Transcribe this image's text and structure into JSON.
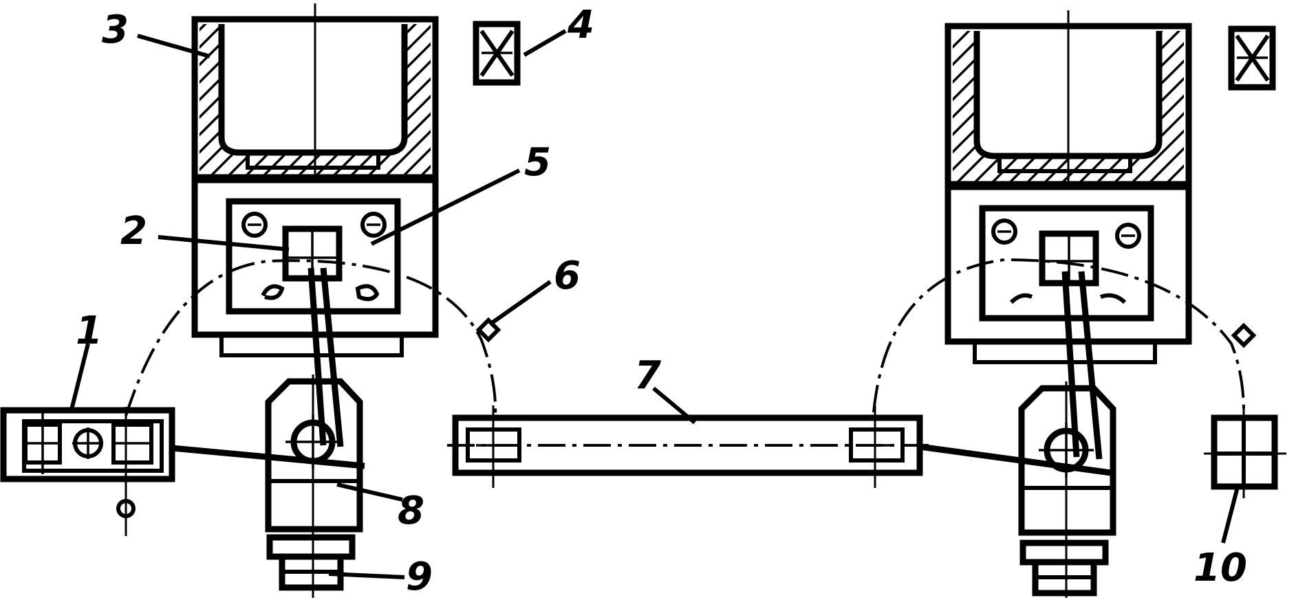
{
  "diagram": {
    "colors": {
      "ink": "#000000",
      "paper": "#ffffff"
    },
    "callouts": [
      {
        "id": "label-1",
        "text": "1"
      },
      {
        "id": "label-2",
        "text": "2"
      },
      {
        "id": "label-3",
        "text": "3"
      },
      {
        "id": "label-4",
        "text": "4"
      },
      {
        "id": "label-5",
        "text": "5"
      },
      {
        "id": "label-6",
        "text": "6"
      },
      {
        "id": "label-7",
        "text": "7"
      },
      {
        "id": "label-8",
        "text": "8"
      },
      {
        "id": "label-9",
        "text": "9"
      },
      {
        "id": "label-10",
        "text": "10"
      }
    ]
  }
}
